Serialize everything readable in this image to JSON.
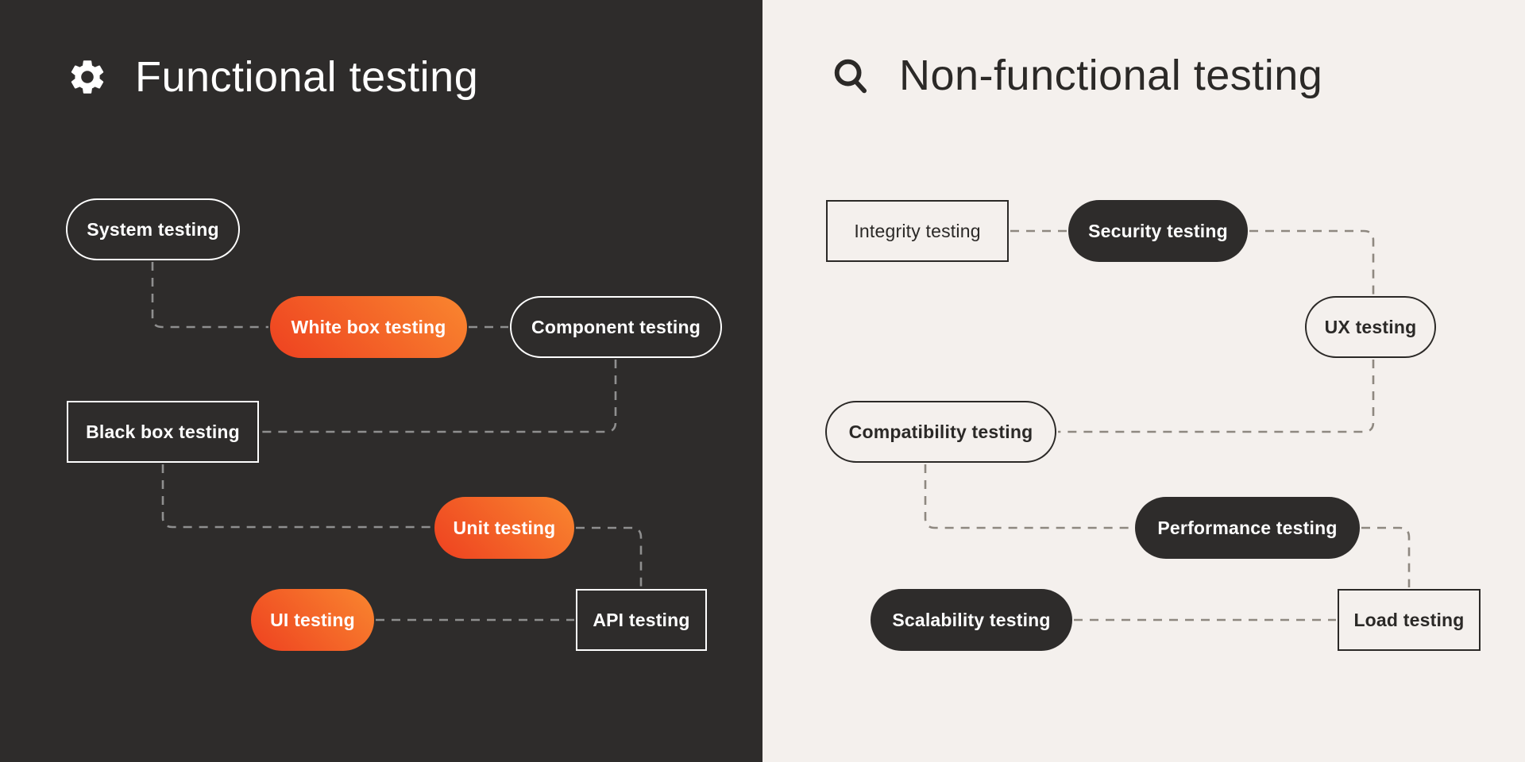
{
  "left_panel": {
    "title": "Functional testing",
    "icon": "gear-icon",
    "nodes": {
      "system": {
        "label": "System testing",
        "variant": "outline-pill"
      },
      "white_box": {
        "label": "White box testing",
        "variant": "orange-pill"
      },
      "component": {
        "label": "Component testing",
        "variant": "outline-pill"
      },
      "black_box": {
        "label": "Black box testing",
        "variant": "outline-rect"
      },
      "unit": {
        "label": "Unit testing",
        "variant": "orange-pill"
      },
      "ui": {
        "label": "UI testing",
        "variant": "orange-pill"
      },
      "api": {
        "label": "API testing",
        "variant": "outline-rect"
      }
    },
    "edges": [
      {
        "from": "system",
        "to": "white_box"
      },
      {
        "from": "white_box",
        "to": "component"
      },
      {
        "from": "component",
        "to": "black_box"
      },
      {
        "from": "black_box",
        "to": "unit"
      },
      {
        "from": "unit",
        "to": "api"
      },
      {
        "from": "ui",
        "to": "api"
      }
    ]
  },
  "right_panel": {
    "title": "Non-functional testing",
    "icon": "search-icon",
    "nodes": {
      "integrity": {
        "label": "Integrity testing",
        "variant": "outline-rect"
      },
      "security": {
        "label": "Security testing",
        "variant": "solid-dark-pill"
      },
      "ux": {
        "label": "UX testing",
        "variant": "outline-pill"
      },
      "compatibility": {
        "label": "Compatibility testing",
        "variant": "outline-pill"
      },
      "performance": {
        "label": "Performance testing",
        "variant": "solid-dark-pill"
      },
      "scalability": {
        "label": "Scalability testing",
        "variant": "solid-dark-pill"
      },
      "load": {
        "label": "Load testing",
        "variant": "outline-rect"
      }
    },
    "edges": [
      {
        "from": "integrity",
        "to": "security"
      },
      {
        "from": "security",
        "to": "ux"
      },
      {
        "from": "ux",
        "to": "compatibility"
      },
      {
        "from": "compatibility",
        "to": "performance"
      },
      {
        "from": "performance",
        "to": "load"
      },
      {
        "from": "scalability",
        "to": "load"
      }
    ]
  },
  "colors": {
    "dark_bg": "#2e2c2b",
    "light_bg": "#f4f0ed",
    "ink": "#2b2927",
    "white": "#ffffff",
    "orange_gradient_from": "#f9862f",
    "orange_gradient_to": "#ee4120",
    "dash_on_dark": "#8f8f8f",
    "dash_on_light": "#8e8880"
  }
}
